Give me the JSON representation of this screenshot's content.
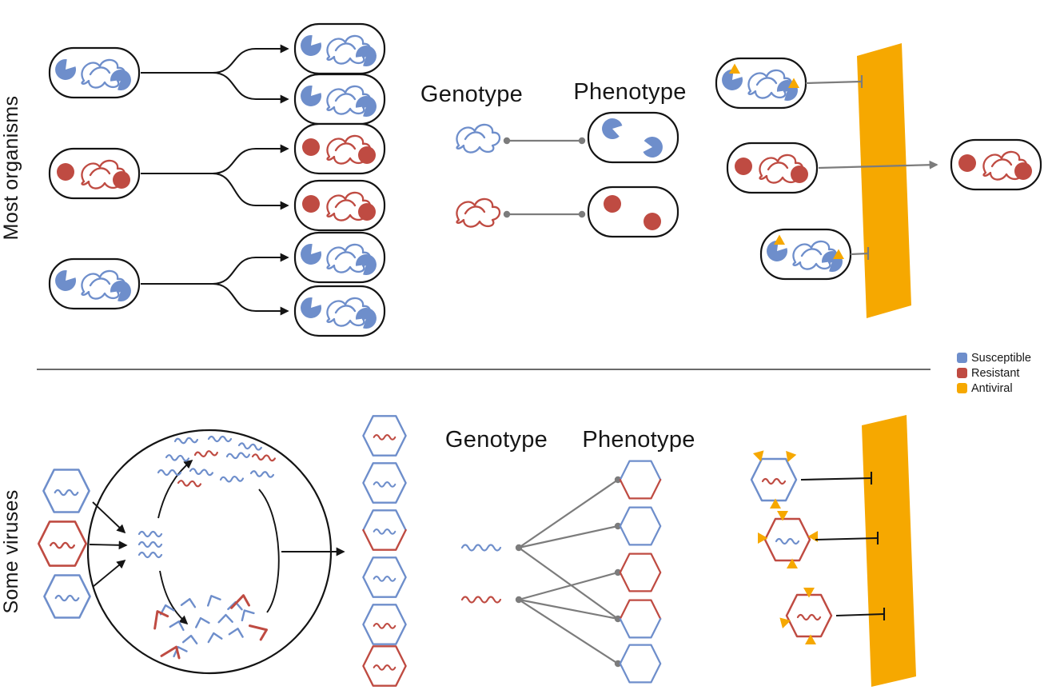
{
  "sections": {
    "top": {
      "label": "Most organisms",
      "genotype": "Genotype",
      "phenotype": "Phenotype"
    },
    "bottom": {
      "label": "Some viruses",
      "genotype": "Genotype",
      "phenotype": "Phenotype"
    }
  },
  "legend": {
    "items": [
      {
        "label": "Susceptible",
        "color": "#6e8ecb"
      },
      {
        "label": "Resistant",
        "color": "#bf4b42"
      },
      {
        "label": "Antiviral",
        "color": "#f6a800"
      }
    ]
  },
  "colors": {
    "susceptible": "#6e8ecb",
    "resistant": "#bf4b42",
    "antiviral": "#f6a800",
    "outline": "#141414",
    "connector": "#7c7c7c"
  },
  "icons": {
    "bacterium": "rounded-capsule-cell",
    "chromosome": "tangled-scribble",
    "protein": "pacman-circle",
    "resistant_protein": "filled-circle",
    "virus": "hexagon-capsid-with-genome",
    "genome": "wavy-line",
    "antiviral_molecule": "small-triangle",
    "antiviral_barrier": "orange-slab",
    "blocked": "t-bar-line",
    "passes": "arrow-through-slab"
  }
}
